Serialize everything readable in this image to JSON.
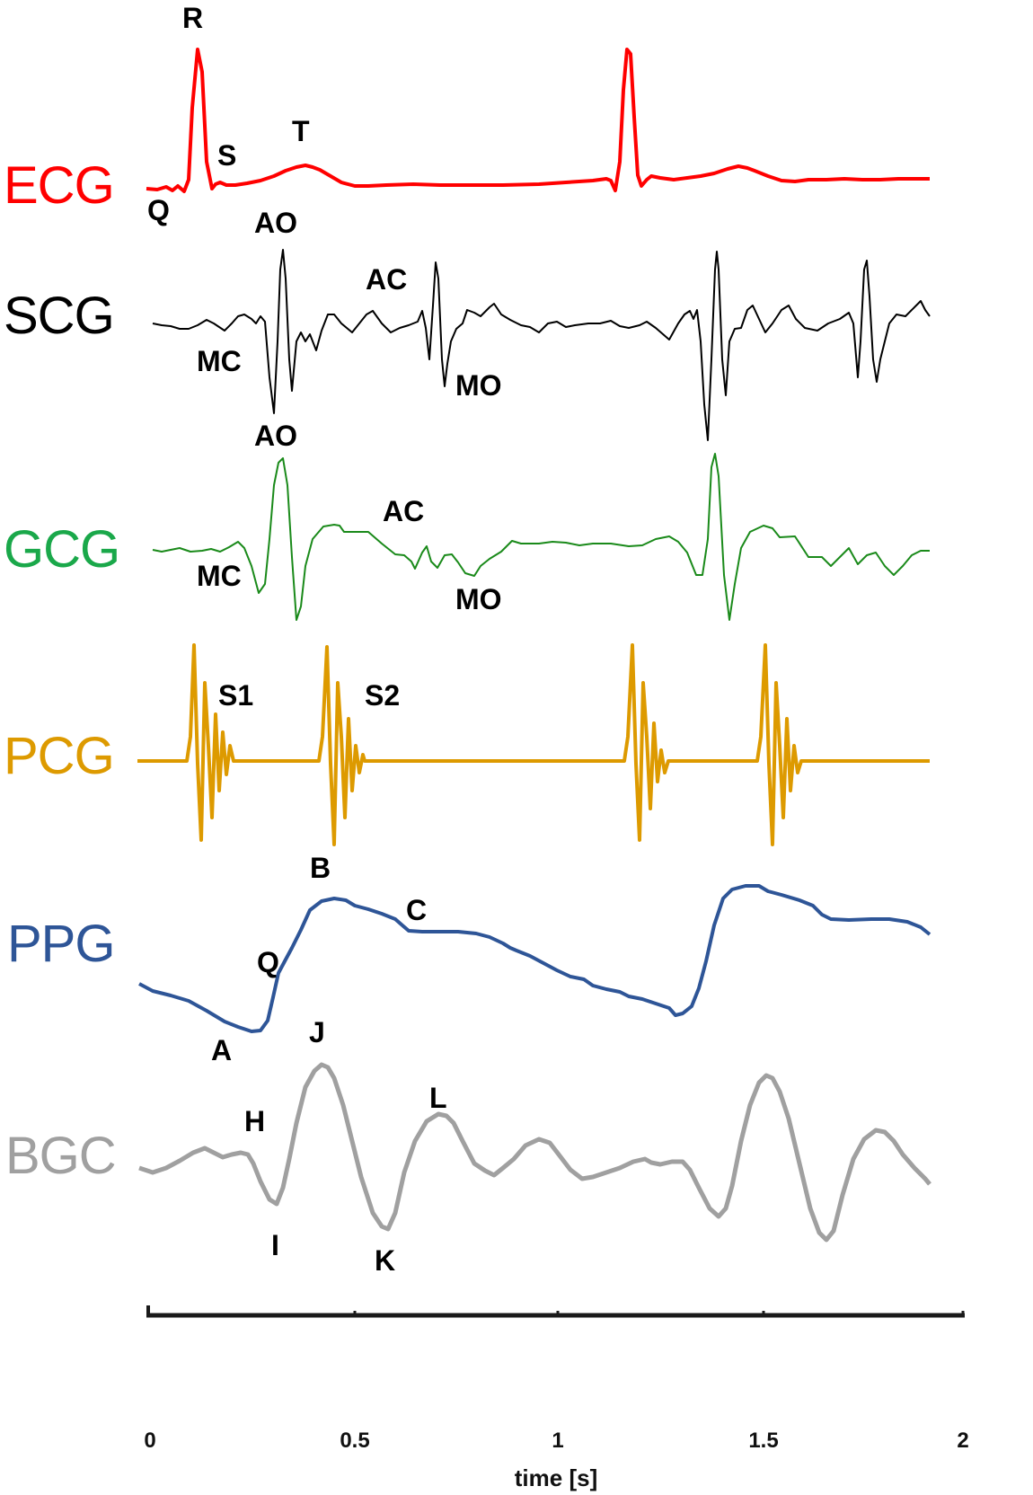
{
  "chart_data": {
    "type": "line",
    "title": "",
    "xlabel": "time [s]",
    "ylabel": "",
    "xlim": [
      0,
      2
    ],
    "x_ticks": [
      "0",
      "0.5",
      "1",
      "1.5",
      "2"
    ],
    "grid": false,
    "legend_position": "left (per-trace labels)",
    "series": [
      {
        "name": "ECG",
        "color": "#ff0000",
        "annotations": [
          {
            "label": "Q",
            "t": 0.02
          },
          {
            "label": "R",
            "t": 0.11
          },
          {
            "label": "S",
            "t": 0.17
          },
          {
            "label": "T",
            "t": 0.38
          }
        ],
        "events": {
          "R_peaks_s": [
            0.11,
            1.17
          ],
          "T_peaks_s": [
            0.38,
            1.45
          ]
        }
      },
      {
        "name": "SCG",
        "color": "#000000",
        "annotations": [
          {
            "label": "MC",
            "t": 0.21
          },
          {
            "label": "AO",
            "t": 0.32
          },
          {
            "label": "AC",
            "t": 0.7
          },
          {
            "label": "MO",
            "t": 0.79
          }
        ],
        "events": {
          "AO_peaks_s": [
            0.32,
            1.38
          ],
          "AC_peaks_s": [
            0.69,
            1.76
          ]
        }
      },
      {
        "name": "GCG",
        "color": "#1a8a1a",
        "annotations": [
          {
            "label": "MC",
            "t": 0.21
          },
          {
            "label": "AO",
            "t": 0.32
          },
          {
            "label": "AC",
            "t": 0.74
          },
          {
            "label": "MO",
            "t": 0.79
          }
        ],
        "events": {
          "AO_peaks_s": [
            0.32,
            1.38
          ]
        }
      },
      {
        "name": "PCG",
        "color": "#dd9a00",
        "annotations": [
          {
            "label": "S1",
            "t": 0.21
          },
          {
            "label": "S2",
            "t": 0.58
          }
        ],
        "events": {
          "S1_onset_s": [
            0.1,
            1.17
          ],
          "S2_onset_s": [
            0.42,
            1.49
          ]
        }
      },
      {
        "name": "PPG",
        "color": "#2e5597",
        "annotations": [
          {
            "label": "A",
            "t": 0.18
          },
          {
            "label": "Q",
            "t": 0.29
          },
          {
            "label": "B",
            "t": 0.44
          },
          {
            "label": "C",
            "t": 0.66
          }
        ],
        "events": {
          "foot_A_s": [
            0.27,
            1.29
          ],
          "peak_B_s": [
            0.46,
            1.5
          ]
        }
      },
      {
        "name": "BGC",
        "color": "#a0a0a0",
        "annotations": [
          {
            "label": "H",
            "t": 0.26
          },
          {
            "label": "I",
            "t": 0.31
          },
          {
            "label": "J",
            "t": 0.43
          },
          {
            "label": "K",
            "t": 0.58
          },
          {
            "label": "L",
            "t": 0.72
          }
        ],
        "events": {
          "J_peaks_s": [
            0.43,
            1.5
          ],
          "K_troughs_s": [
            0.57,
            1.67
          ]
        }
      }
    ]
  },
  "labels": {
    "ecg": "ECG",
    "scg": "SCG",
    "gcg": "GCG",
    "pcg": "PCG",
    "ppg": "PPG",
    "bgc": "BGC"
  },
  "points": {
    "ecg_r": "R",
    "ecg_s": "S",
    "ecg_t": "T",
    "ecg_q": "Q",
    "scg_ao": "AO",
    "scg_ac": "AC",
    "scg_mc": "MC",
    "scg_mo": "MO",
    "gcg_ao": "AO",
    "gcg_ac": "AC",
    "gcg_mc": "MC",
    "gcg_mo": "MO",
    "pcg_s1": "S1",
    "pcg_s2": "S2",
    "ppg_b": "B",
    "ppg_c": "C",
    "ppg_q": "Q",
    "ppg_a": "A",
    "bgc_j": "J",
    "bgc_h": "H",
    "bgc_l": "L",
    "bgc_i": "I",
    "bgc_k": "K"
  },
  "axis": {
    "ticks": [
      "0",
      "0.5",
      "1",
      "1.5",
      "2"
    ],
    "title": "time [s]"
  }
}
